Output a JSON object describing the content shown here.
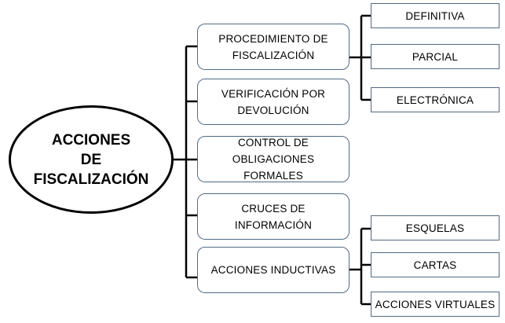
{
  "root": {
    "label": "ACCIONES\nDE\nFISCALIZACIÓN"
  },
  "actions": [
    {
      "label": "PROCEDIMIENTO DE\nFISCALIZACIÓN"
    },
    {
      "label": "VERIFICACIÓN POR\nDEVOLUCIÓN"
    },
    {
      "label": "CONTROL DE\nOBLIGACIONES\nFORMALES"
    },
    {
      "label": "CRUCES DE\nINFORMACIÓN"
    },
    {
      "label": "ACCIONES INDUCTIVAS"
    }
  ],
  "procedimiento_types": [
    {
      "label": "DEFINITIVA"
    },
    {
      "label": "PARCIAL"
    },
    {
      "label": "ELECTRÓNICA"
    }
  ],
  "inductivas_types": [
    {
      "label": "ESQUELAS"
    },
    {
      "label": "CARTAS"
    },
    {
      "label": "ACCIONES VIRTUALES"
    }
  ]
}
